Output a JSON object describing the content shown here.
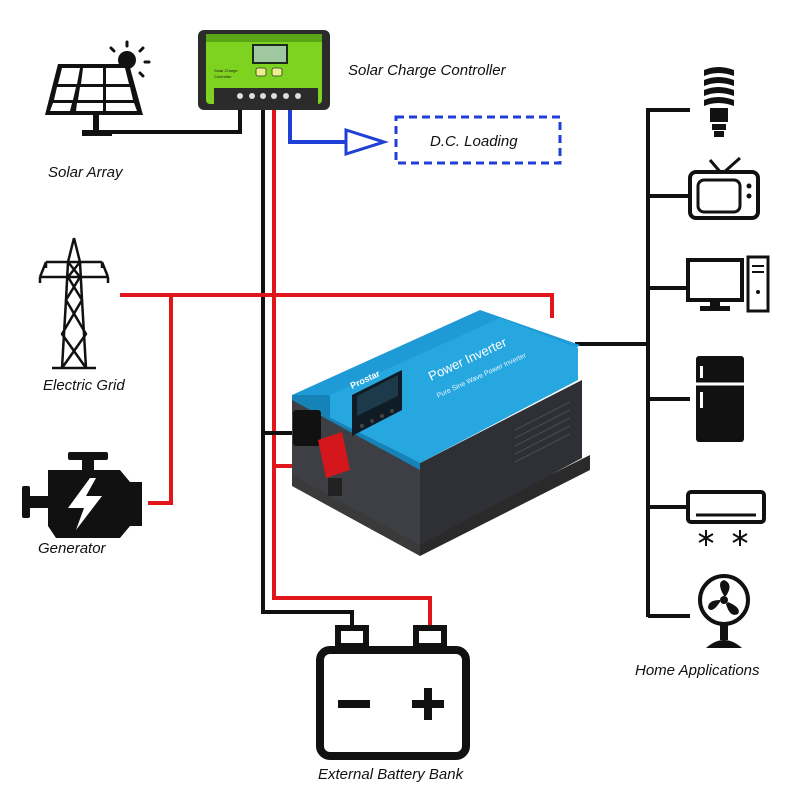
{
  "labels": {
    "solar_array": "Solar Array",
    "solar_charge_controller": "Solar Charge Controller",
    "dc_loading": "D.C. Loading",
    "electric_grid": "Electric Grid",
    "generator": "Generator",
    "external_battery_bank": "External Battery Bank",
    "home_applications": "Home Applications"
  },
  "inverter": {
    "title": "Power Inverter",
    "subtitle": "Pure Sine Wave Power Inverter",
    "brand": "Prostar"
  },
  "controller": {
    "line1": "Solar Charge",
    "line2": "Controller"
  },
  "colors": {
    "positive_wire": "#e0161b",
    "negative_wire": "#111111",
    "dc_wire": "#1f3fd6",
    "controller_green": "#7ed321",
    "inverter_blue": "#1e9ad6"
  },
  "icons": [
    "solar-panel-icon",
    "sun-icon",
    "transmission-tower-icon",
    "engine-icon",
    "battery-icon",
    "light-bulb-icon",
    "tv-icon",
    "computer-icon",
    "refrigerator-icon",
    "air-conditioner-icon",
    "fan-icon"
  ]
}
